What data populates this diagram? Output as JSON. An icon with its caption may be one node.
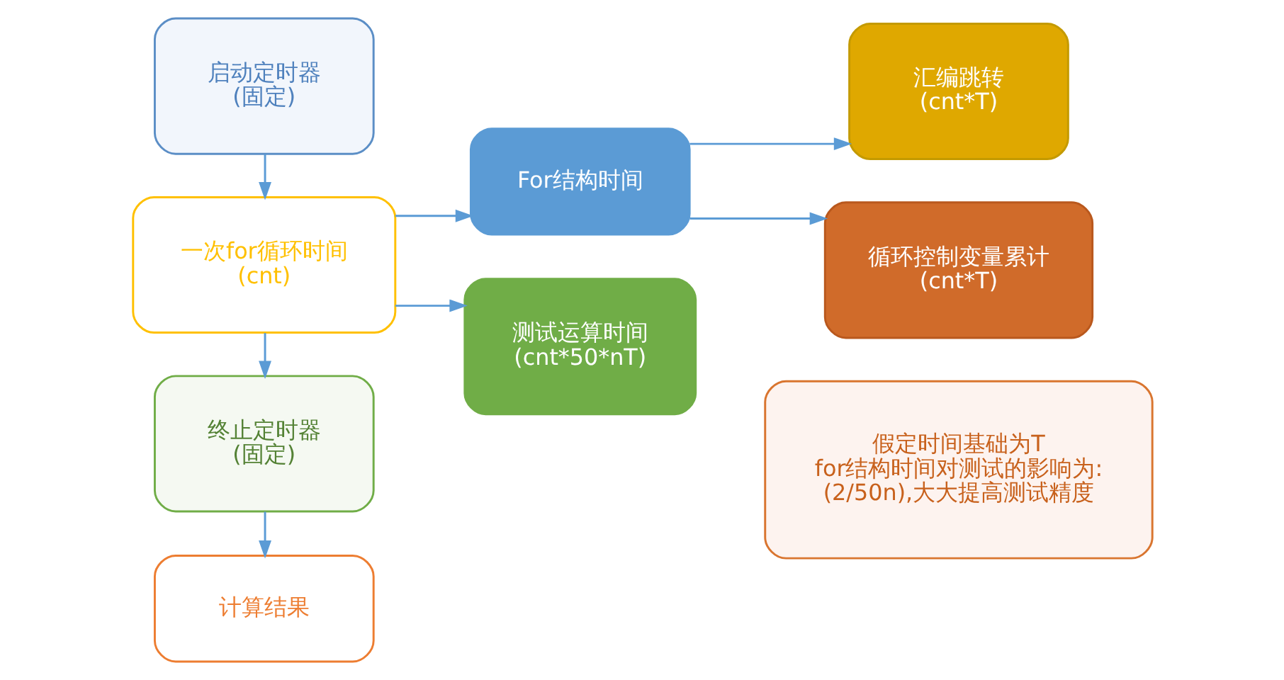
{
  "diagram": {
    "nodes": [
      {
        "text": [
          "启动定时器",
          "(固定)"
        ]
      },
      {
        "text": [
          "一次for循环时间",
          "(cnt)"
        ]
      },
      {
        "text": [
          "终止定时器",
          "(固定)"
        ]
      },
      {
        "text": [
          "计算结果"
        ]
      },
      {
        "text": [
          "For结构时间"
        ]
      },
      {
        "text": [
          "测试运算时间",
          "(cnt*50*nT)"
        ]
      },
      {
        "text": [
          "汇编跳转",
          "(cnt*T)"
        ]
      },
      {
        "text": [
          "循环控制变量累计",
          "(cnt*T)"
        ]
      },
      {
        "text": [
          "假定时间基础为T",
          "for结构时间对测试的影响为:",
          "(2/50n),大大提高测试精度"
        ]
      }
    ],
    "edges": [
      {
        "from": 0,
        "to": 1,
        "arrow": "to"
      },
      {
        "from": 1,
        "to": 2,
        "arrow": "to"
      },
      {
        "from": 2,
        "to": 3,
        "arrow": "to"
      },
      {
        "from": 1,
        "to": 4,
        "arrow": "to"
      },
      {
        "from": 1,
        "to": 5,
        "arrow": "to"
      },
      {
        "from": 4,
        "to": 6,
        "arrow": "to"
      },
      {
        "from": 4,
        "to": 7,
        "arrow": "to"
      }
    ]
  }
}
